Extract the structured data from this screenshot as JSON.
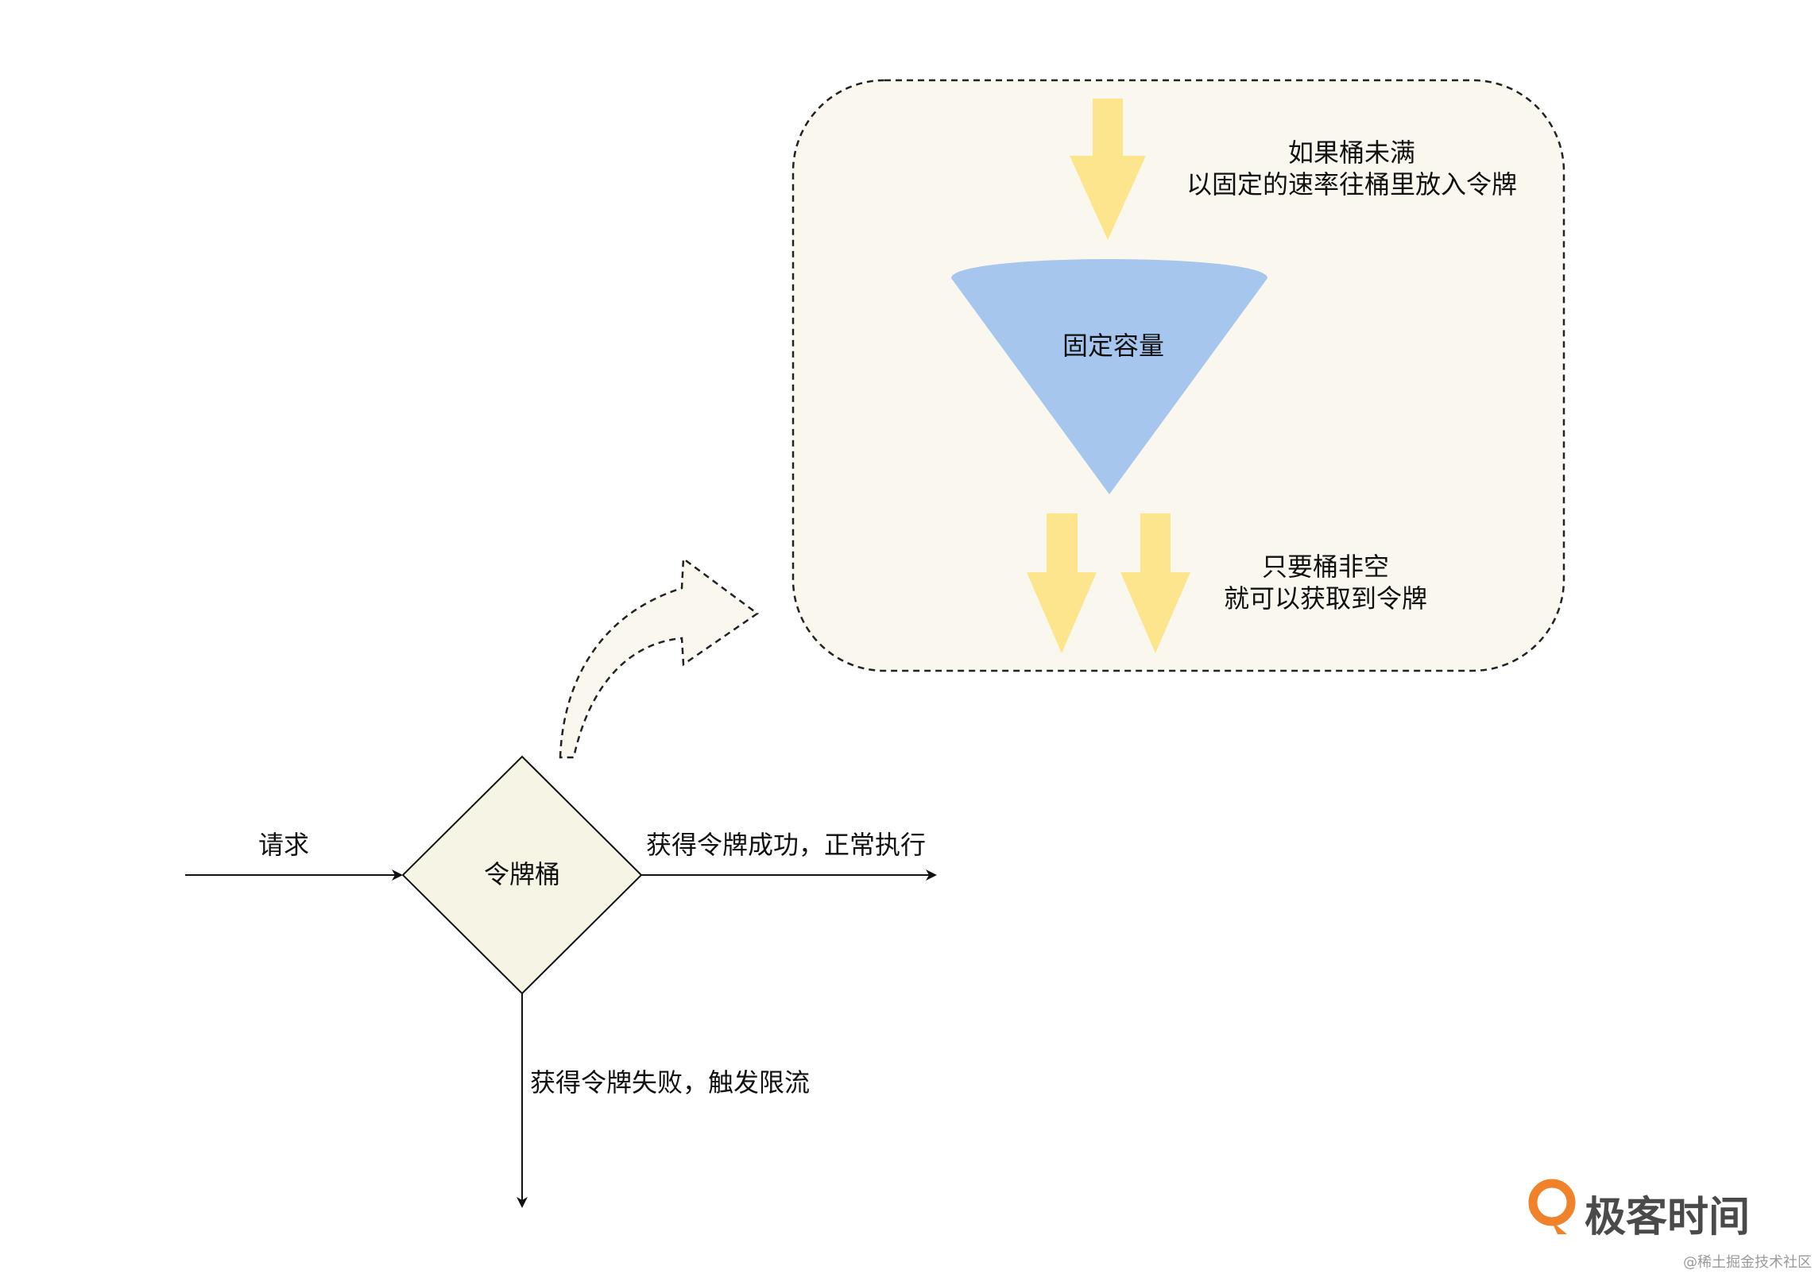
{
  "colors": {
    "panel_fill": "#faf8ee",
    "panel_border": "#222222",
    "decision_fill": "#f6f4e4",
    "arrow_yellow": "#fde58e",
    "bucket_blue": "#a6c6ee",
    "line": "#111111",
    "logo_orange": "#f0832a",
    "logo_text": "#4a4a4a",
    "credit_text": "#9a9a9a"
  },
  "nodes": {
    "decision": "令牌桶",
    "bucket": "固定容量"
  },
  "edges": {
    "request": "请求",
    "success": "获得令牌成功，正常执行",
    "failure": "获得令牌失败，触发限流"
  },
  "notes": {
    "fill_line1": "如果桶未满",
    "fill_line2": "以固定的速率往桶里放入令牌",
    "take_line1": "只要桶非空",
    "take_line2": "就可以获取到令牌"
  },
  "watermark": {
    "brand": "极客时间",
    "logo_icon": "geektime-logo-icon",
    "credit": "@稀土掘金技术社区"
  }
}
